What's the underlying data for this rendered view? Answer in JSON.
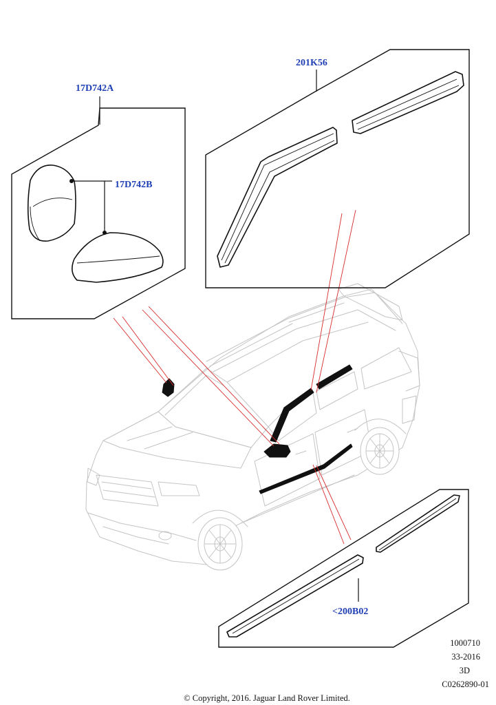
{
  "callouts": {
    "mirror_cover_set": "17D742A",
    "mirror_cover_piece": "17D742B",
    "wind_deflectors": "201K56",
    "sill_plates": "<200B02"
  },
  "meta": {
    "line1": "1000710",
    "line2": "33-2016",
    "line3": "3D",
    "line4": "C0262890-01"
  },
  "copyright": "© Copyright, 2016. Jaguar Land Rover Limited.",
  "colors": {
    "callout_text": "#1f3fb4",
    "leader_red": "#d82a2a",
    "vehicle_outline": "#c4c4c4",
    "part_outline": "#111111"
  }
}
